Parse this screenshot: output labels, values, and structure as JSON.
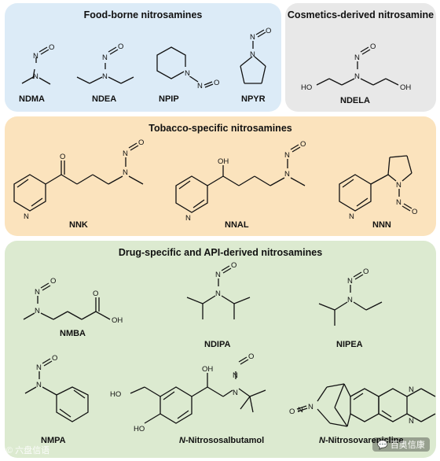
{
  "panels": {
    "food": {
      "title": "Food-borne nitrosamines",
      "color": "#dcebf7"
    },
    "cosmetics": {
      "title": "Cosmetics-derived nitrosamine",
      "color": "#e8e8e8"
    },
    "tobacco": {
      "title": "Tobacco-specific nitrosamines",
      "color": "#fbe3bd"
    },
    "drug": {
      "title": "Drug-specific and API-derived nitrosamines",
      "color": "#dcead0"
    }
  },
  "compounds": {
    "ndma": "NDMA",
    "ndea": "NDEA",
    "npip": "NPIP",
    "npyr": "NPYR",
    "ndela": "NDELA",
    "nnk": "NNK",
    "nnal": "NNAL",
    "nnn": "NNN",
    "nmba": "NMBA",
    "ndipa": "NDIPA",
    "nipea": "NIPEA",
    "nmpa": "NMPA",
    "salbutamol_prefix": "N",
    "salbutamol_rest": "-Nitrososalbutamol",
    "varenicline_prefix": "N",
    "varenicline_rest": "-Nitrosovarenicline"
  },
  "atoms": {
    "N": "N",
    "O": "O",
    "OH": "OH",
    "HO": "HO"
  },
  "watermarks": {
    "left": "© 六盘信语",
    "right": "百奥信康"
  }
}
